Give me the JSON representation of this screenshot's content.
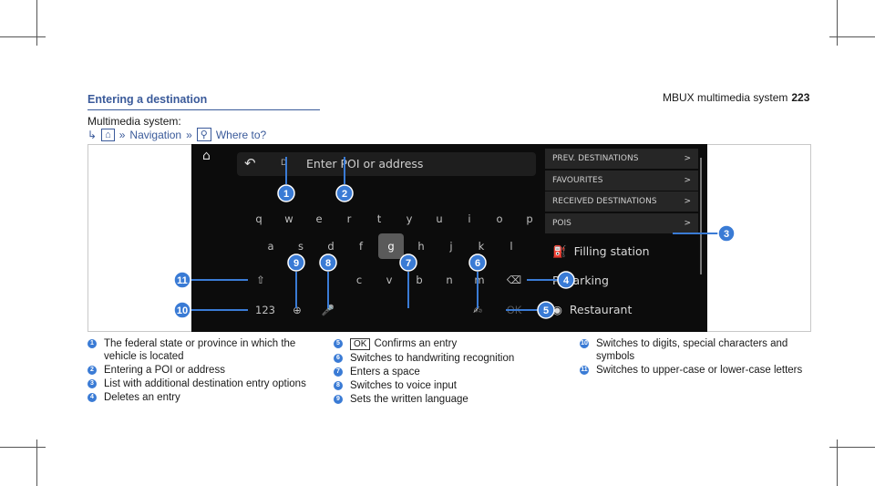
{
  "header": {
    "manual_title": "MBUX multimedia system",
    "page_number": "223"
  },
  "section": {
    "title": "Entering a destination",
    "intro": "Multimedia system:",
    "path": {
      "arrow": "↳",
      "home_icon": "home-icon",
      "chevron": "»",
      "navigation": "Navigation",
      "search_icon": "search-icon",
      "where_to": "Where to?"
    }
  },
  "screen": {
    "input_cursor": "D",
    "placeholder": "Enter POI or address",
    "keyboard": {
      "row1": [
        "q",
        "w",
        "e",
        "r",
        "t",
        "y",
        "u",
        "i",
        "o",
        "p"
      ],
      "row2": [
        "a",
        "s",
        "d",
        "f",
        "g",
        "h",
        "j",
        "k",
        "l"
      ],
      "row3": [
        "c",
        "v",
        "b",
        "n",
        "m"
      ],
      "digits_key": "123",
      "selected_key": "g"
    },
    "menu": [
      {
        "label": "PREV. DESTINATIONS",
        "arrow": ">"
      },
      {
        "label": "FAVOURITES",
        "arrow": ">"
      },
      {
        "label": "RECEIVED DESTINATIONS",
        "arrow": ">"
      },
      {
        "label": "POIS",
        "arrow": ">"
      }
    ],
    "pois": [
      {
        "label": "Filling station",
        "icon": "fuel-icon"
      },
      {
        "label": "Parking",
        "icon": "parking-icon"
      },
      {
        "label": "Restaurant",
        "icon": "restaurant-icon"
      }
    ],
    "ok_label": "OK",
    "colors": {
      "background": "#0c0c0c",
      "callout": "#3a7bd5",
      "link": "#3a5a9a"
    }
  },
  "legend": {
    "col1": [
      {
        "n": "1",
        "text": "The federal state or province in which the vehicle is located"
      },
      {
        "n": "2",
        "text": "Entering a POI or address"
      },
      {
        "n": "3",
        "text": "List with additional destination entry options"
      },
      {
        "n": "4",
        "text": "Deletes an entry"
      }
    ],
    "col2": [
      {
        "n": "5",
        "ok": "OK",
        "text": "Confirms an entry"
      },
      {
        "n": "6",
        "text": "Switches to handwriting recognition"
      },
      {
        "n": "7",
        "text": "Enters a space"
      },
      {
        "n": "8",
        "text": "Switches to voice input"
      },
      {
        "n": "9",
        "text": "Sets the written language"
      }
    ],
    "col3": [
      {
        "n": "10",
        "text": "Switches to digits, special characters and symbols"
      },
      {
        "n": "11",
        "text": "Switches to upper-case or lower-case letters"
      }
    ]
  }
}
